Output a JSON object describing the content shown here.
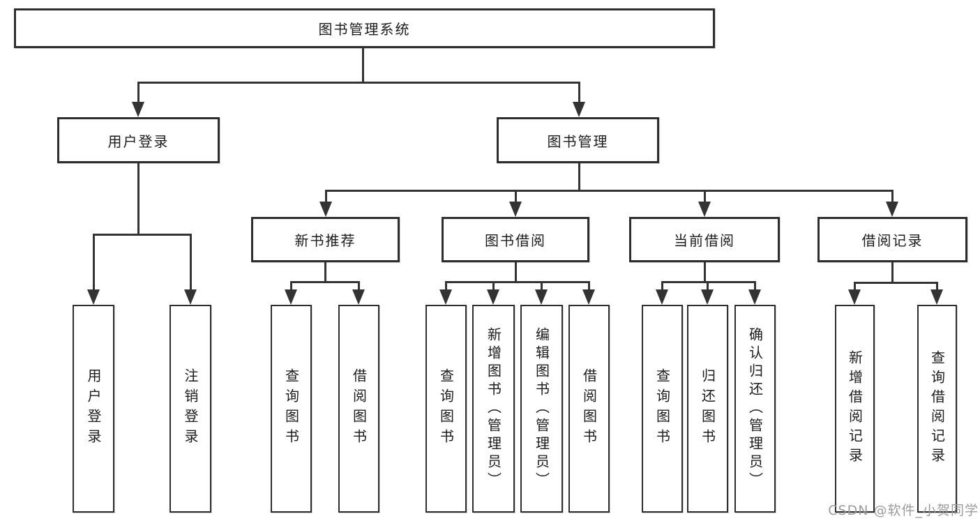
{
  "diagram": {
    "type": "tree",
    "root": {
      "label": "图书管理系统"
    },
    "level2": [
      {
        "id": "user-login",
        "label": "用户登录"
      },
      {
        "id": "book-management",
        "label": "图书管理"
      }
    ],
    "level3": [
      {
        "id": "new-book-recommend",
        "label": "新书推荐",
        "parent": "book-management"
      },
      {
        "id": "book-borrowing",
        "label": "图书借阅",
        "parent": "book-management"
      },
      {
        "id": "current-borrowing",
        "label": "当前借阅",
        "parent": "book-management"
      },
      {
        "id": "borrowing-records",
        "label": "借阅记录",
        "parent": "book-management"
      }
    ],
    "leaves": [
      {
        "id": "user-login-leaf",
        "label": "用户登录",
        "parent": "user-login"
      },
      {
        "id": "logout-leaf",
        "label": "注销登录",
        "parent": "user-login"
      },
      {
        "id": "query-books-1",
        "label": "查询图书",
        "parent": "new-book-recommend"
      },
      {
        "id": "borrow-books-1",
        "label": "借阅图书",
        "parent": "new-book-recommend"
      },
      {
        "id": "query-books-2",
        "label": "查询图书",
        "parent": "book-borrowing"
      },
      {
        "id": "add-books-admin",
        "label": "新增图书（管理员）",
        "parent": "book-borrowing"
      },
      {
        "id": "edit-books-admin",
        "label": "编辑图书（管理员）",
        "parent": "book-borrowing"
      },
      {
        "id": "borrow-books-2",
        "label": "借阅图书",
        "parent": "book-borrowing"
      },
      {
        "id": "query-books-3",
        "label": "查询图书",
        "parent": "current-borrowing"
      },
      {
        "id": "return-books",
        "label": "归还图书",
        "parent": "current-borrowing"
      },
      {
        "id": "confirm-return-admin",
        "label": "确认归还（管理员）",
        "parent": "current-borrowing"
      },
      {
        "id": "add-borrow-record",
        "label": "新增借阅记录",
        "parent": "borrowing-records"
      },
      {
        "id": "query-borrow-record",
        "label": "查询借阅记录",
        "parent": "borrowing-records"
      }
    ],
    "watermark": "CSDN @软件_小贺同学",
    "colors": {
      "line": "#333333",
      "box_border": "#2e2e2e",
      "box_fill": "#ffffff",
      "text": "#1b1b1b",
      "watermark": "#9b9b9b",
      "background": "#ffffff"
    }
  }
}
